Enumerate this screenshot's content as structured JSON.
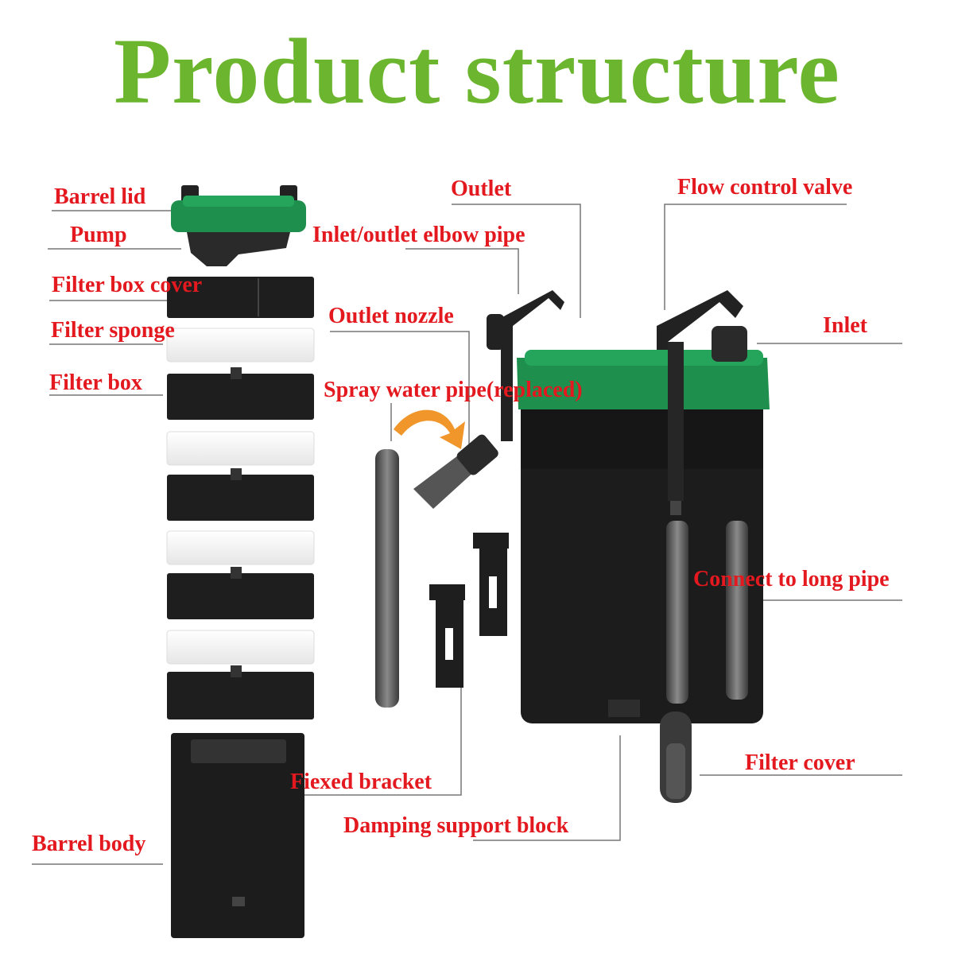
{
  "title": "Product structure",
  "colors": {
    "title": "#6cb52f",
    "labels": "#e3191f",
    "lid_green": "#1f8f4e",
    "body": "#1e1e1e",
    "arrow": "#f0962a"
  },
  "labels": {
    "barrel_lid": "Barrel lid",
    "pump": "Pump",
    "filter_box_cover": "Filter box cover",
    "filter_sponge": "Filter sponge",
    "filter_box": "Filter box",
    "barrel_body": "Barrel body",
    "outlet": "Outlet",
    "elbow_pipe": "Inlet/outlet elbow pipe",
    "outlet_nozzle": "Outlet nozzle",
    "spray_pipe": "Spray water pipe(replaced)",
    "flow_valve": "Flow control valve",
    "inlet": "Inlet",
    "long_pipe": "Connect to long pipe",
    "bracket": "Fiexed bracket",
    "damping": "Damping support block",
    "filter_cover": "Filter cover"
  }
}
